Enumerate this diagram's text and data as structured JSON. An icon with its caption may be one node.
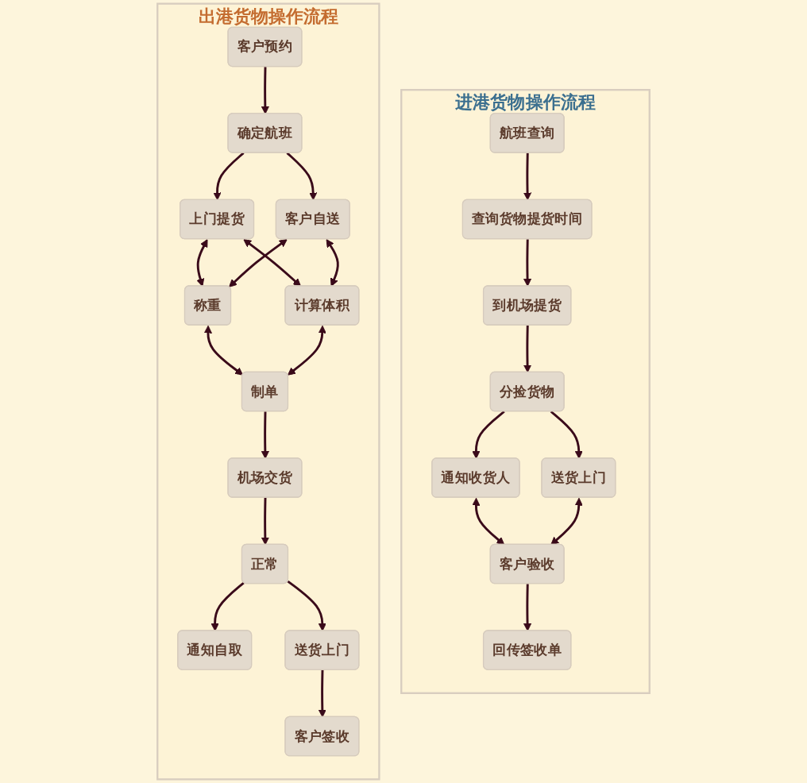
{
  "diagram": {
    "nodes": [
      {
        "text": [
          "进港货物操作流程"
        ]
      },
      {
        "text": [
          "航班查询"
        ],
        "in": 0
      },
      {
        "text": [
          "查询货物提货时间"
        ],
        "in": 0
      },
      {
        "text": [
          "到机场提货"
        ],
        "in": 0
      },
      {
        "text": [
          "分捡货物"
        ],
        "in": 0
      },
      {
        "text": [
          "通知收货人"
        ],
        "in": 0
      },
      {
        "text": [
          "送货上门"
        ],
        "in": 0
      },
      {
        "text": [
          "客户验收"
        ],
        "in": 0
      },
      {
        "text": [
          "回传签收单"
        ],
        "in": 0
      },
      {
        "text": [
          "出港货物操作流程"
        ]
      },
      {
        "text": [
          "客户预约"
        ],
        "in": 9
      },
      {
        "text": [
          "确定航班"
        ],
        "in": 9
      },
      {
        "text": [
          "上门提货"
        ],
        "in": 9
      },
      {
        "text": [
          "客户自送"
        ],
        "in": 9
      },
      {
        "text": [
          "称重"
        ],
        "in": 9
      },
      {
        "text": [
          "计算体积"
        ],
        "in": 9
      },
      {
        "text": [
          "制单"
        ],
        "in": 9
      },
      {
        "text": [
          "机场交货"
        ],
        "in": 9
      },
      {
        "text": [
          "正常"
        ],
        "in": 9
      },
      {
        "text": [
          "通知自取"
        ],
        "in": 9
      },
      {
        "text": [
          "送货上门"
        ],
        "in": 9
      },
      {
        "text": [
          "客户签收"
        ],
        "in": 9
      }
    ],
    "edges": [
      {
        "from": 1,
        "to": 2,
        "arrow": "to"
      },
      {
        "from": 2,
        "to": 3,
        "arrow": "to"
      },
      {
        "from": 3,
        "to": 4,
        "arrow": "to"
      },
      {
        "from": 4,
        "to": 5,
        "arrow": "to"
      },
      {
        "from": 4,
        "to": 6,
        "arrow": "to"
      },
      {
        "from": 5,
        "to": 7,
        "arrow": "both"
      },
      {
        "from": 6,
        "to": 7,
        "arrow": "both"
      },
      {
        "from": 7,
        "to": 8,
        "arrow": "to"
      },
      {
        "from": 10,
        "to": 11,
        "arrow": "to"
      },
      {
        "from": 11,
        "to": 12,
        "arrow": "to"
      },
      {
        "from": 11,
        "to": 13,
        "arrow": "to"
      },
      {
        "from": 12,
        "to": 14,
        "arrow": "both"
      },
      {
        "from": 12,
        "to": 15,
        "arrow": "both"
      },
      {
        "from": 13,
        "to": 14,
        "arrow": "both"
      },
      {
        "from": 13,
        "to": 15,
        "arrow": "both"
      },
      {
        "from": 14,
        "to": 16,
        "arrow": "both"
      },
      {
        "from": 15,
        "to": 16,
        "arrow": "both"
      },
      {
        "from": 16,
        "to": 17,
        "arrow": "to"
      },
      {
        "from": 17,
        "to": 18,
        "arrow": "to"
      },
      {
        "from": 18,
        "to": 19,
        "arrow": "to"
      },
      {
        "from": 18,
        "to": 20,
        "arrow": "to"
      },
      {
        "from": 20,
        "to": 21,
        "arrow": "to"
      }
    ]
  }
}
